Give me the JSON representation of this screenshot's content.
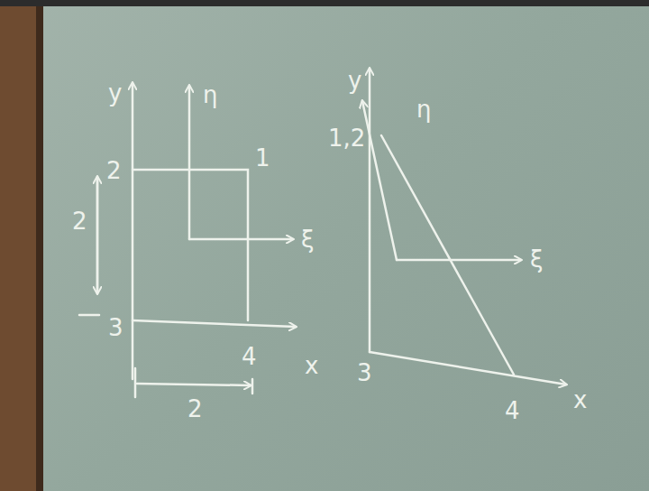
{
  "diagram": {
    "labels": [
      "y",
      "2",
      "1",
      "η",
      "ξ",
      "2",
      "3",
      "4",
      "2",
      "x",
      "y",
      "η",
      "1,2",
      "ξ",
      "3",
      "4",
      "x"
    ]
  }
}
